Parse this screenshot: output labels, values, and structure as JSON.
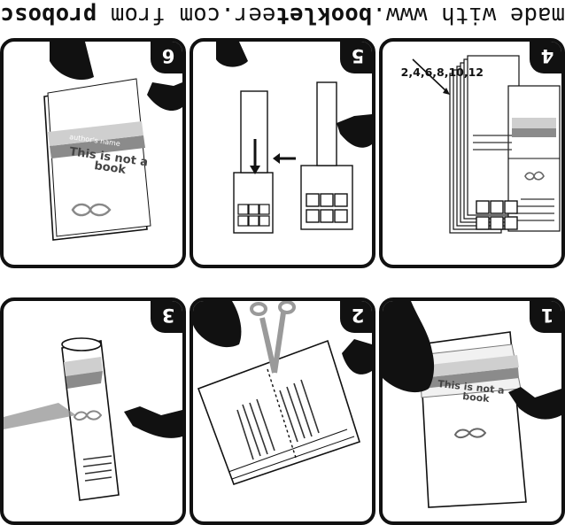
{
  "footer": {
    "prefix": "made with www.",
    "brand": "booklet",
    "suffix": "eer.com from ",
    "maker": "proboscis"
  },
  "steps": [
    {
      "number": "1"
    },
    {
      "number": "2"
    },
    {
      "number": "3"
    },
    {
      "number": "4",
      "pages_label": "2,4,6,8,10,12"
    },
    {
      "number": "5"
    },
    {
      "number": "6"
    }
  ],
  "booklet_cover": {
    "title_line1": "This is not a",
    "title_line2": "book",
    "author": "author's name"
  },
  "colors": {
    "ink": "#111111",
    "cover_band": "#8b8b8b",
    "cover_band_light": "#cfcfcf",
    "scissors": "#9a9a9a"
  },
  "icons": [
    "infinity-icon",
    "hand-icon",
    "scissors-icon",
    "arrow-icon"
  ]
}
